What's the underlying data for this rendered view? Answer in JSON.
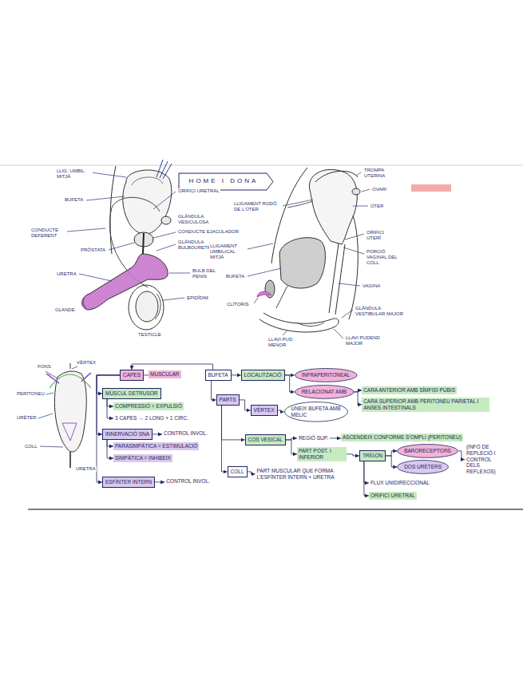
{
  "diagram": {
    "title": "HOME I DONA",
    "nodes": [
      {
        "text": [
          "CAPES"
        ]
      },
      {
        "text": [
          "MUSCULAR"
        ]
      },
      {
        "text": [
          "BUFETA"
        ]
      },
      {
        "text": [
          "LOCALITZACIÓ"
        ]
      },
      {
        "text": [
          "INFRAPERITONEAL"
        ]
      },
      {
        "text": [
          "RELACIONAT AMB"
        ]
      },
      {
        "text": [
          "CARA ANTERIOR AMB SÍMFISI PÚBIS"
        ]
      },
      {
        "text": [
          "CARA SUPERIOR AMB PERITONEU PARIETAL I ANSES INTESTINALS"
        ]
      },
      {
        "text": [
          "MÚSCUL DETRUSOR"
        ]
      },
      {
        "text": [
          "PARTS"
        ]
      },
      {
        "text": [
          "VÈRTEX"
        ]
      },
      {
        "text": [
          "UNEIX BUFETA AMB MELIC"
        ]
      },
      {
        "text": [
          "COMPRESSIÓ = EXPULSIÓ"
        ]
      },
      {
        "text": [
          "3 CAPES → 2 LONG + 1 CIRC."
        ]
      },
      {
        "text": [
          "INNERVACIÓ SNA"
        ]
      },
      {
        "text": [
          "CONTROL INVOL."
        ]
      },
      {
        "text": [
          "COS VESICAL"
        ]
      },
      {
        "text": [
          "REGIÓ SUP."
        ]
      },
      {
        "text": [
          "ASCENDEIX CONFORME S'OMPLI (PERITONEU)"
        ]
      },
      {
        "text": [
          "PARASIMPÀTICA = ESTIMULACIÓ"
        ]
      },
      {
        "text": [
          "PART POST. I INFERIOR"
        ]
      },
      {
        "text": [
          "TRÍGON"
        ]
      },
      {
        "text": [
          "BARORECEPTORS"
        ]
      },
      {
        "text": [
          "(INFO DE REPLECIÓ I CONTROL DELS REFLEXOS)"
        ]
      },
      {
        "text": [
          "SIMPÀTICA = INHIBEIX"
        ]
      },
      {
        "text": [
          "COLL"
        ]
      },
      {
        "text": [
          "PART MUSCULAR QUE FORMA L'ESFÍNTER INTERN + URETRA"
        ]
      },
      {
        "text": [
          "DOS URÈTERS"
        ]
      },
      {
        "text": [
          "ESFÍNTER INTERN"
        ]
      },
      {
        "text": [
          "CONTROL INVOL."
        ]
      },
      {
        "text": [
          "FLUX UNIDIRECCIONAL"
        ]
      },
      {
        "text": [
          "ORIFICI URETRAL"
        ]
      }
    ],
    "edges": [
      {
        "from": 0,
        "to": 1,
        "arrow": "none"
      },
      {
        "from": 2,
        "to": 0,
        "arrow": "to"
      },
      {
        "from": 2,
        "to": 3,
        "arrow": "to"
      },
      {
        "from": 3,
        "to": 4,
        "arrow": "to"
      },
      {
        "from": 3,
        "to": 5,
        "arrow": "to"
      },
      {
        "from": 5,
        "to": 6,
        "arrow": "to"
      },
      {
        "from": 5,
        "to": 7,
        "arrow": "to"
      },
      {
        "from": 0,
        "to": 8,
        "arrow": "to"
      },
      {
        "from": 0,
        "to": 14,
        "arrow": "to"
      },
      {
        "from": 0,
        "to": 28,
        "arrow": "to"
      },
      {
        "from": 8,
        "to": 12,
        "arrow": "to"
      },
      {
        "from": 8,
        "to": 13,
        "arrow": "to"
      },
      {
        "from": 14,
        "to": 15,
        "arrow": "to"
      },
      {
        "from": 14,
        "to": 19,
        "arrow": "to"
      },
      {
        "from": 14,
        "to": 24,
        "arrow": "to"
      },
      {
        "from": 28,
        "to": 29,
        "arrow": "to"
      },
      {
        "from": 2,
        "to": 9,
        "arrow": "to"
      },
      {
        "from": 9,
        "to": 10,
        "arrow": "to"
      },
      {
        "from": 9,
        "to": 16,
        "arrow": "to"
      },
      {
        "from": 9,
        "to": 25,
        "arrow": "to"
      },
      {
        "from": 10,
        "to": 11,
        "arrow": "to"
      },
      {
        "from": 16,
        "to": 17,
        "arrow": "to"
      },
      {
        "from": 16,
        "to": 20,
        "arrow": "to"
      },
      {
        "from": 17,
        "to": 18,
        "arrow": "to"
      },
      {
        "from": 20,
        "to": 21,
        "arrow": "to"
      },
      {
        "from": 21,
        "to": 22,
        "arrow": "to"
      },
      {
        "from": 21,
        "to": 27,
        "arrow": "to"
      },
      {
        "from": 21,
        "to": 30,
        "arrow": "to"
      },
      {
        "from": 21,
        "to": 31,
        "arrow": "to"
      },
      {
        "from": 22,
        "to": 23,
        "arrow": "to"
      },
      {
        "from": 25,
        "to": 26,
        "arrow": "to"
      }
    ],
    "labels": [
      "LLIG. UMBIL. MITJÀ",
      "BUFETA",
      "ORIFICI URETRAL",
      "CONDUCTE DEFERENT",
      "GLÀNDULA VESICULOSA",
      "CONDUCTE EJACULADOR",
      "PRÒSTATA",
      "GLÀNDULA BULBOURETRAL",
      "URETRA",
      "BULB DEL PENIS",
      "EPIDÍDIM",
      "GLANDE",
      "TESTICLE",
      "TROMPA UTERINA",
      "OVARI",
      "ÚTER",
      "LLIGAMENT RODÓ DE L'ÚTER",
      "ORIFICI UTERÍ",
      "PORCIÓ VAGINAL DEL COLL",
      "LLIGAMENT UMBILICAL MITJÀ",
      "BUFETA",
      "VAGINA",
      "CLÍTORIS",
      "GLÀNDULA VESTIBULAR MAJOR",
      "LLAVI PUD. MENOR",
      "LLAVI PUDEND MAJOR",
      "FONS",
      "VÈRTEX",
      "URÈTER",
      "PERITONEU",
      "COLL",
      "URETRA"
    ]
  }
}
